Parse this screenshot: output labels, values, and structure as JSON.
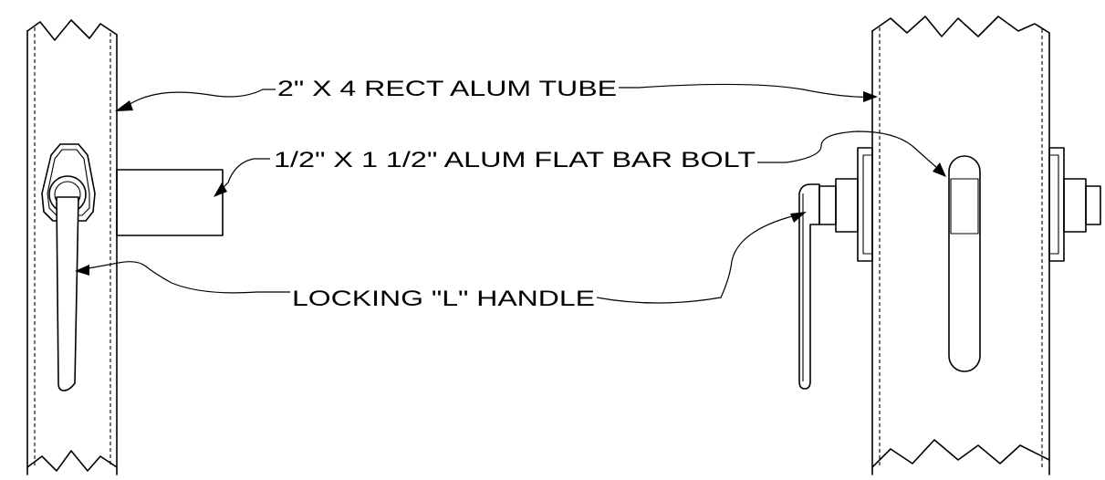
{
  "labels": {
    "tube": "2\" X 4 RECT ALUM TUBE",
    "bolt": "1/2\" X 1 1/2\" ALUM FLAT BAR BOLT",
    "handle": "LOCKING \"L\" HANDLE"
  }
}
